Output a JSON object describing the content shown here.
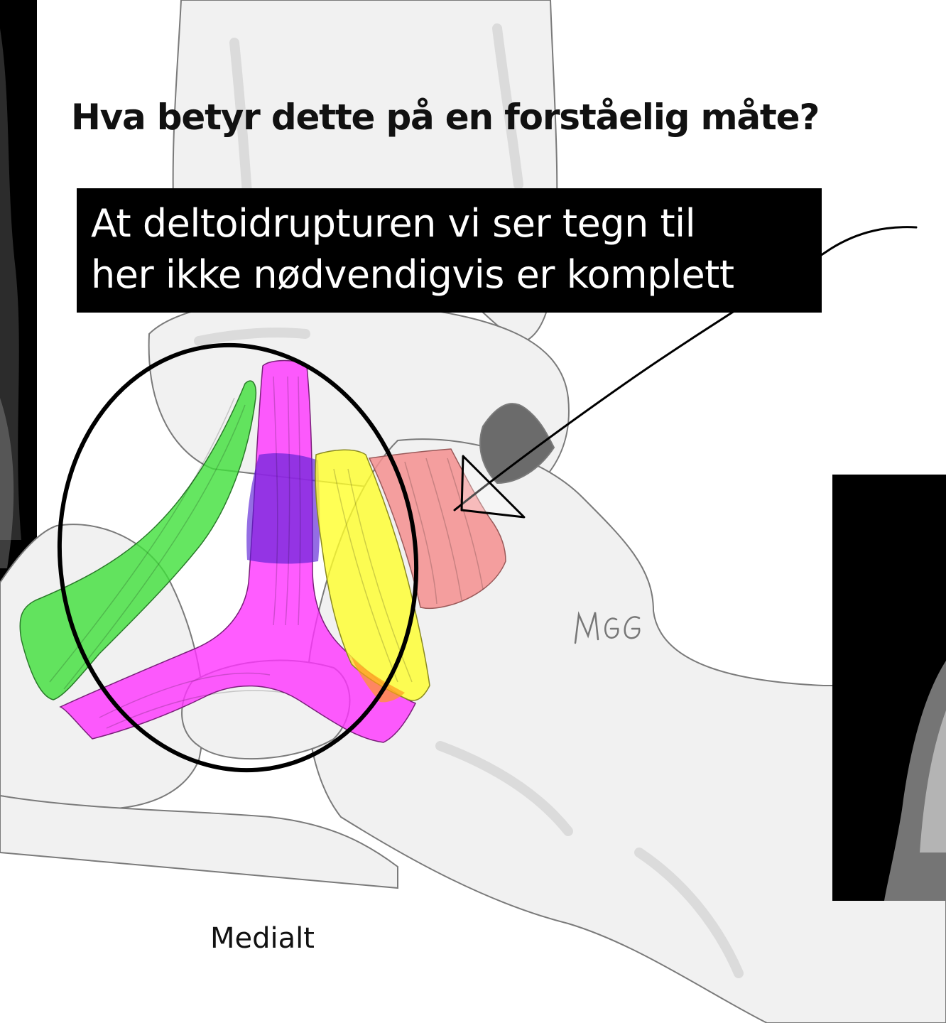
{
  "heading": "Hva betyr dette på en forståelig måte?",
  "callout": {
    "line1": "At deltoidrupturen vi ser tegn til",
    "line2": "her ikke nødvendigvis er komplett"
  },
  "view_label": "Medialt",
  "signature": "MGG",
  "colors": {
    "ligament_green": "#3ee03a",
    "ligament_magenta": "#ff33ff",
    "ligament_yellow": "#ffff2a",
    "ligament_salmon": "#f58f8f",
    "overlap_purple": "#7a1fd6",
    "bone_fill": "#f1f1f1",
    "bone_stroke": "#7a7a7a",
    "annotation": "#000000"
  }
}
